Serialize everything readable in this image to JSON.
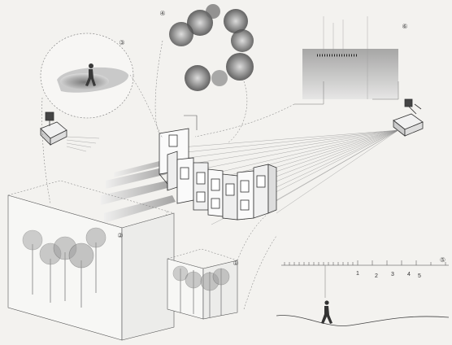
{
  "callouts": {
    "c1": "①",
    "c2": "②",
    "c3": "③",
    "c4": "④",
    "c5": "⑤",
    "c6": "⑥"
  },
  "scale_bar": {
    "ticks": [
      "1",
      "2",
      "3",
      "4",
      "5"
    ]
  },
  "colors": {
    "background": "#f3f2ef",
    "line": "#555555",
    "dark": "#333333",
    "shade": "#9a9a9a"
  }
}
